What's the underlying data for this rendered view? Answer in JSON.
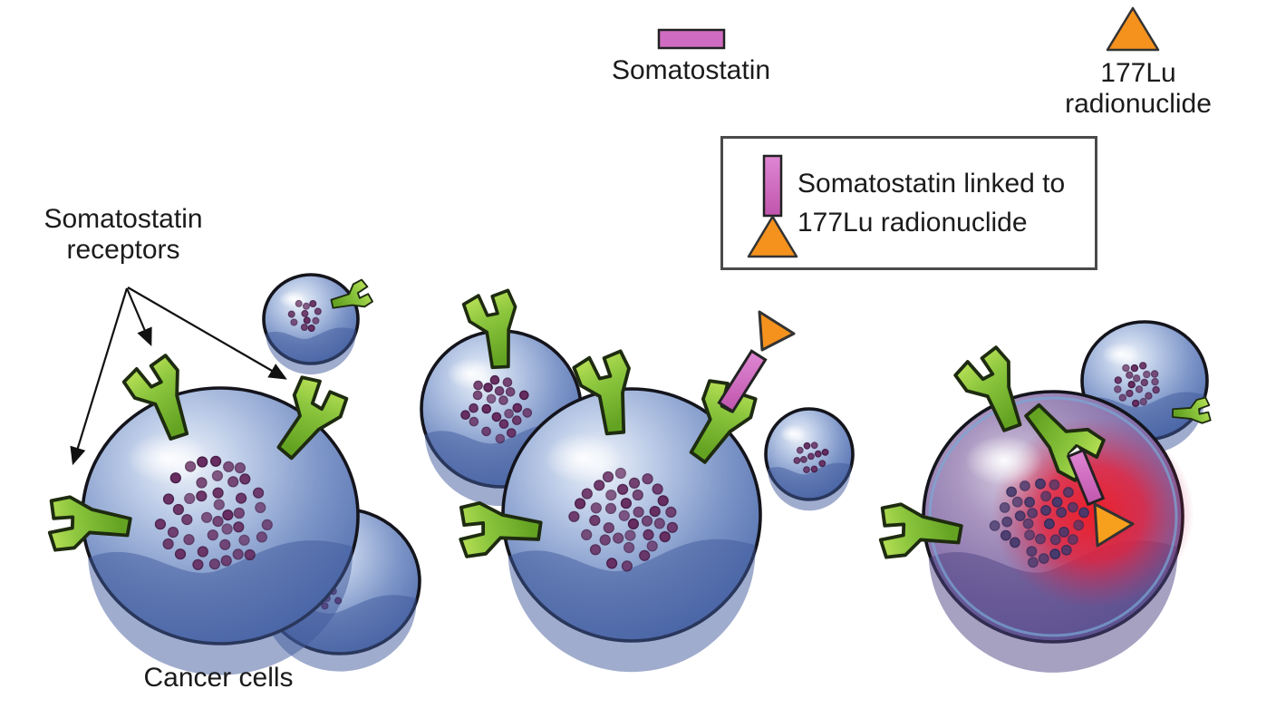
{
  "legend": {
    "somatostatin": {
      "label": "Somatostatin",
      "swatch_shape": "rectangle",
      "swatch_color": "#cf6cc1"
    },
    "radionuclide": {
      "label": "177Lu\nradionuclide",
      "swatch_shape": "triangle",
      "swatch_color": "#f5921e"
    },
    "conjugate": {
      "label": "Somatostatin linked to\n177Lu radionuclide"
    }
  },
  "annotations": {
    "receptors_label": "Somatostatin\nreceptors",
    "cancer_cells_label": "Cancer cells"
  },
  "colors": {
    "background": "#ffffff",
    "cell_blue": "#6080bc",
    "cell_outline": "#14141c",
    "nucleus_dots": "#662a5f",
    "receptor_green": "#8cc63e",
    "somatostatin_pink": "#cf6cc1",
    "radionuclide_orange": "#f5921e",
    "dying_cell_purple": "#7e6aa4",
    "radiation_red": "#ed1c24",
    "arrow_black": "#111111"
  }
}
